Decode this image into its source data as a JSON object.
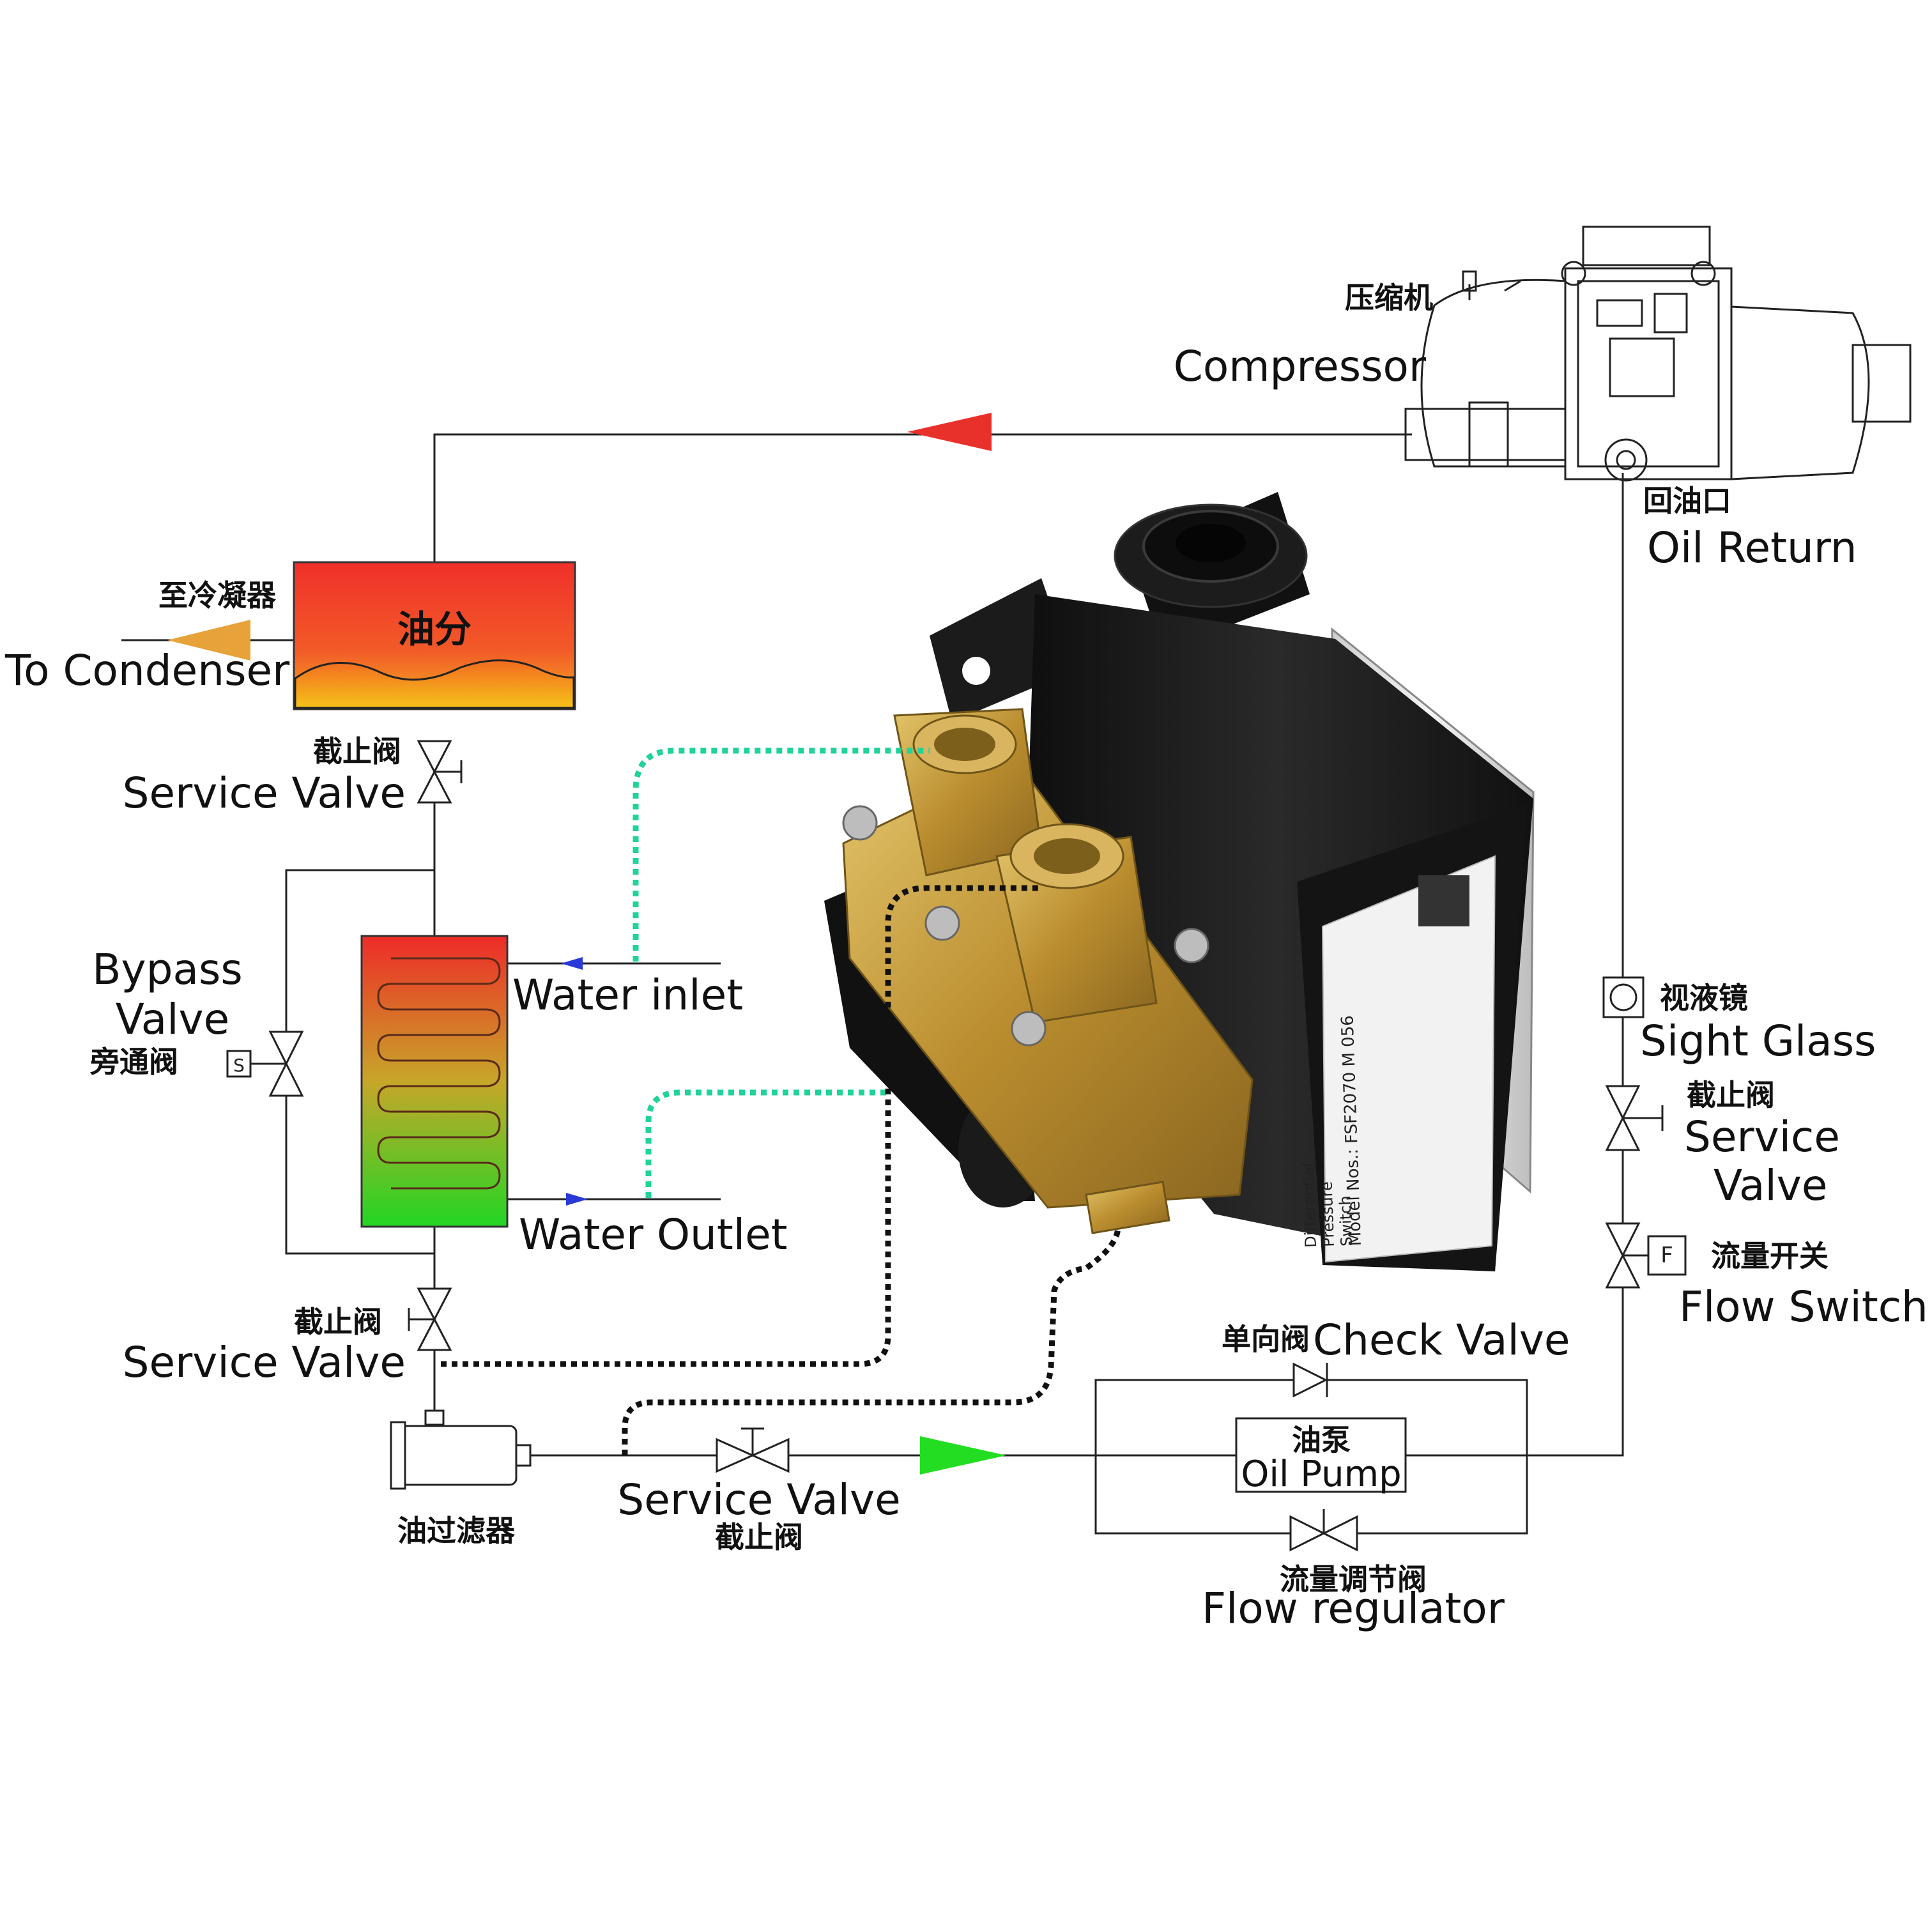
{
  "colors": {
    "line": "#222222",
    "arrow_red": "#e8312a",
    "arrow_green": "#22dd22",
    "arrow_orange": "#e7a23a",
    "water_dotted": "#1fd39a",
    "pressure_dotted": "#111111",
    "device_body": "#1a1a1a",
    "brass": "#c9a548"
  },
  "compressor": {
    "cn": "压缩机",
    "en": "Compressor"
  },
  "oil_return": {
    "cn": "回油口",
    "en": "Oil Return"
  },
  "condenser_out": {
    "cn": "至冷凝器",
    "en": "To Condenser"
  },
  "oil_separator": {
    "label": "油分"
  },
  "service_valve_top": {
    "cn": "截止阀",
    "en": "Service Valve"
  },
  "bypass_valve": {
    "en_line1": "Bypass",
    "en_line2": "Valve",
    "cn": "旁通阀",
    "symbol": "S"
  },
  "water_inlet": {
    "en": "Water inlet"
  },
  "water_outlet": {
    "en": "Water Outlet"
  },
  "service_valve_mid": {
    "cn": "截止阀",
    "en": "Service Valve"
  },
  "oil_filter": {
    "cn": "油过滤器"
  },
  "service_valve_bottom": {
    "en": "Service Valve",
    "cn": "截止阀"
  },
  "check_valve": {
    "cn": "单向阀",
    "en": "Check Valve"
  },
  "oil_pump": {
    "cn": "油泵",
    "en": "Oil Pump"
  },
  "flow_regulator": {
    "cn": "流量调节阀",
    "en": "Flow regulator"
  },
  "sight_glass": {
    "cn": "视液镜",
    "en": "Sight Glass"
  },
  "service_valve_right": {
    "cn": "截止阀",
    "en_line1": "Service",
    "en_line2": "Valve"
  },
  "flow_switch": {
    "cn": "流量开关",
    "en": "Flow Switch",
    "symbol": "F"
  },
  "device_label": {
    "title": "Model Nos.: FSF2070 M 056",
    "caption_1": "Differential",
    "caption_2": "Pressure",
    "caption_3": "Switch"
  }
}
